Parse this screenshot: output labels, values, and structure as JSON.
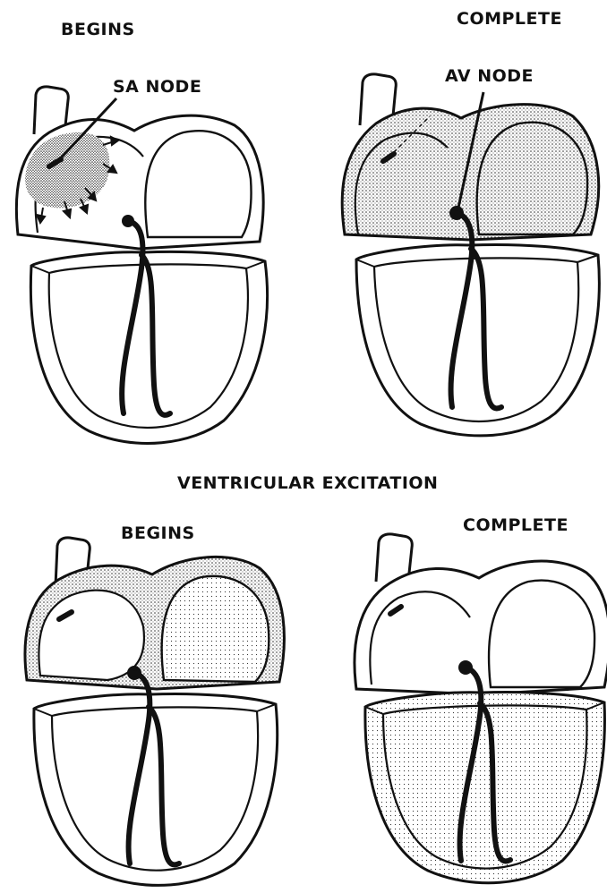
{
  "labels": {
    "top_left": "BEGINS",
    "top_right": "COMPLETE",
    "sa_node": "SA NODE",
    "av_node": "AV NODE",
    "section_title": "VENTRICULAR EXCITATION",
    "bottom_left": "BEGINS",
    "bottom_right": "COMPLETE"
  },
  "colors": {
    "ink": "#111111",
    "paper": "#ffffff"
  },
  "panels": [
    {
      "id": "atrial-begins",
      "shade": {
        "sa_region": true,
        "atria": false,
        "ventricles": false
      },
      "arrows": true
    },
    {
      "id": "atrial-complete",
      "shade": {
        "sa_region": false,
        "atria": true,
        "ventricles": false
      },
      "arrows": false
    },
    {
      "id": "ventricular-begins",
      "shade": {
        "sa_region": false,
        "atria": "partial",
        "ventricles": false
      },
      "arrows": false
    },
    {
      "id": "ventricular-complete",
      "shade": {
        "sa_region": false,
        "atria": false,
        "ventricles": true
      },
      "arrows": false
    }
  ]
}
